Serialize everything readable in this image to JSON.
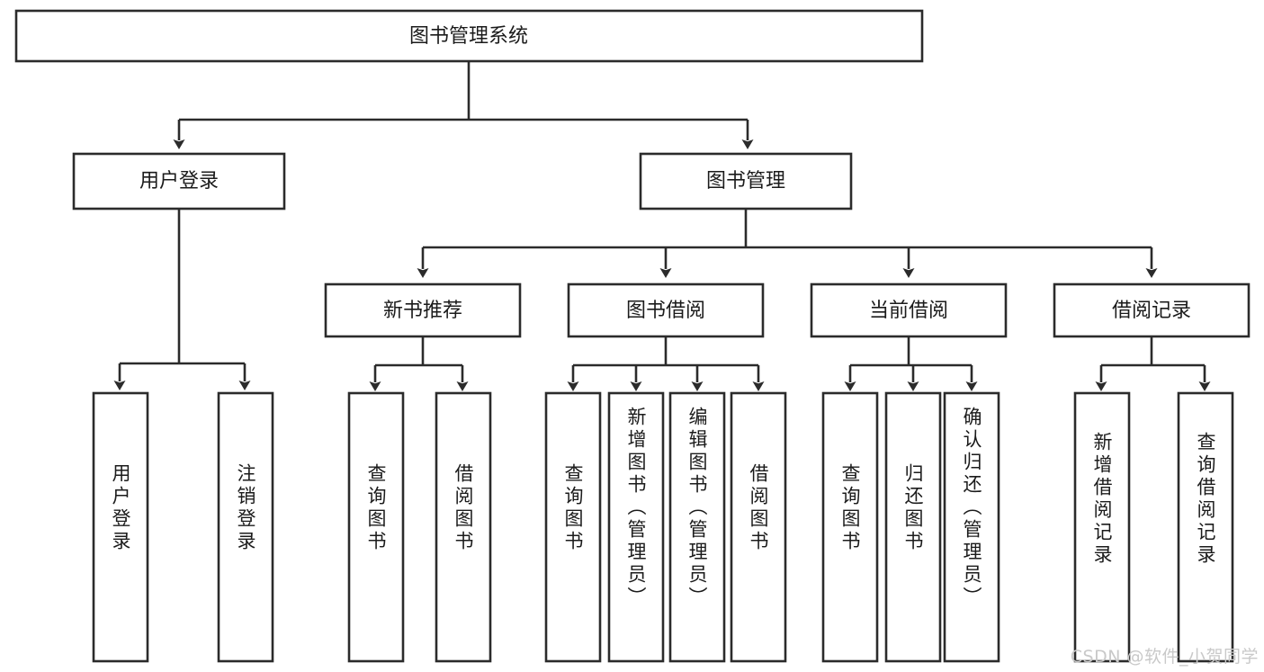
{
  "diagram": {
    "type": "tree-hierarchy",
    "title": "图书管理系统",
    "orientation": "top-down",
    "colors": {
      "box_fill": "#ffffff",
      "box_stroke": "#2b2b2b",
      "text": "#1b1b1b",
      "background": "#ffffff",
      "watermark": "#c9c9c9"
    },
    "levels": {
      "root": {
        "label": "图书管理系统",
        "orientation": "horizontal"
      },
      "level2": [
        {
          "id": "user-login",
          "label": "用户登录",
          "orientation": "horizontal"
        },
        {
          "id": "book-management",
          "label": "图书管理",
          "orientation": "horizontal"
        }
      ],
      "level3": [
        {
          "id": "new-book-recommend",
          "label": "新书推荐",
          "orientation": "horizontal",
          "parent": "book-management"
        },
        {
          "id": "book-borrow",
          "label": "图书借阅",
          "orientation": "horizontal",
          "parent": "book-management"
        },
        {
          "id": "current-borrow",
          "label": "当前借阅",
          "orientation": "horizontal",
          "parent": "book-management"
        },
        {
          "id": "borrow-record",
          "label": "借阅记录",
          "orientation": "horizontal",
          "parent": "book-management"
        }
      ],
      "leaves": [
        {
          "id": "leaf-user-login",
          "label": "用户登录",
          "orientation": "vertical",
          "parent": "user-login"
        },
        {
          "id": "leaf-user-logout",
          "label": "注销登录",
          "orientation": "vertical",
          "parent": "user-login"
        },
        {
          "id": "leaf-query-book-1",
          "label": "查询图书",
          "orientation": "vertical",
          "parent": "new-book-recommend"
        },
        {
          "id": "leaf-borrow-book-1",
          "label": "借阅图书",
          "orientation": "vertical",
          "parent": "new-book-recommend"
        },
        {
          "id": "leaf-query-book-2",
          "label": "查询图书",
          "orientation": "vertical",
          "parent": "book-borrow"
        },
        {
          "id": "leaf-add-book",
          "label": "新增图书（管理员）",
          "orientation": "vertical",
          "parent": "book-borrow"
        },
        {
          "id": "leaf-edit-book",
          "label": "编辑图书（管理员）",
          "orientation": "vertical",
          "parent": "book-borrow"
        },
        {
          "id": "leaf-borrow-book-2",
          "label": "借阅图书",
          "orientation": "vertical",
          "parent": "book-borrow"
        },
        {
          "id": "leaf-query-book-3",
          "label": "查询图书",
          "orientation": "vertical",
          "parent": "current-borrow"
        },
        {
          "id": "leaf-return-book",
          "label": "归还图书",
          "orientation": "vertical",
          "parent": "current-borrow"
        },
        {
          "id": "leaf-confirm-return",
          "label": "确认归还（管理员）",
          "orientation": "vertical",
          "parent": "current-borrow"
        },
        {
          "id": "leaf-add-record",
          "label": "新增借阅记录",
          "orientation": "vertical",
          "parent": "borrow-record"
        },
        {
          "id": "leaf-query-record",
          "label": "查询借阅记录",
          "orientation": "vertical",
          "parent": "borrow-record"
        }
      ]
    }
  },
  "watermark": {
    "text": "CSDN @软件_小贺同学"
  }
}
